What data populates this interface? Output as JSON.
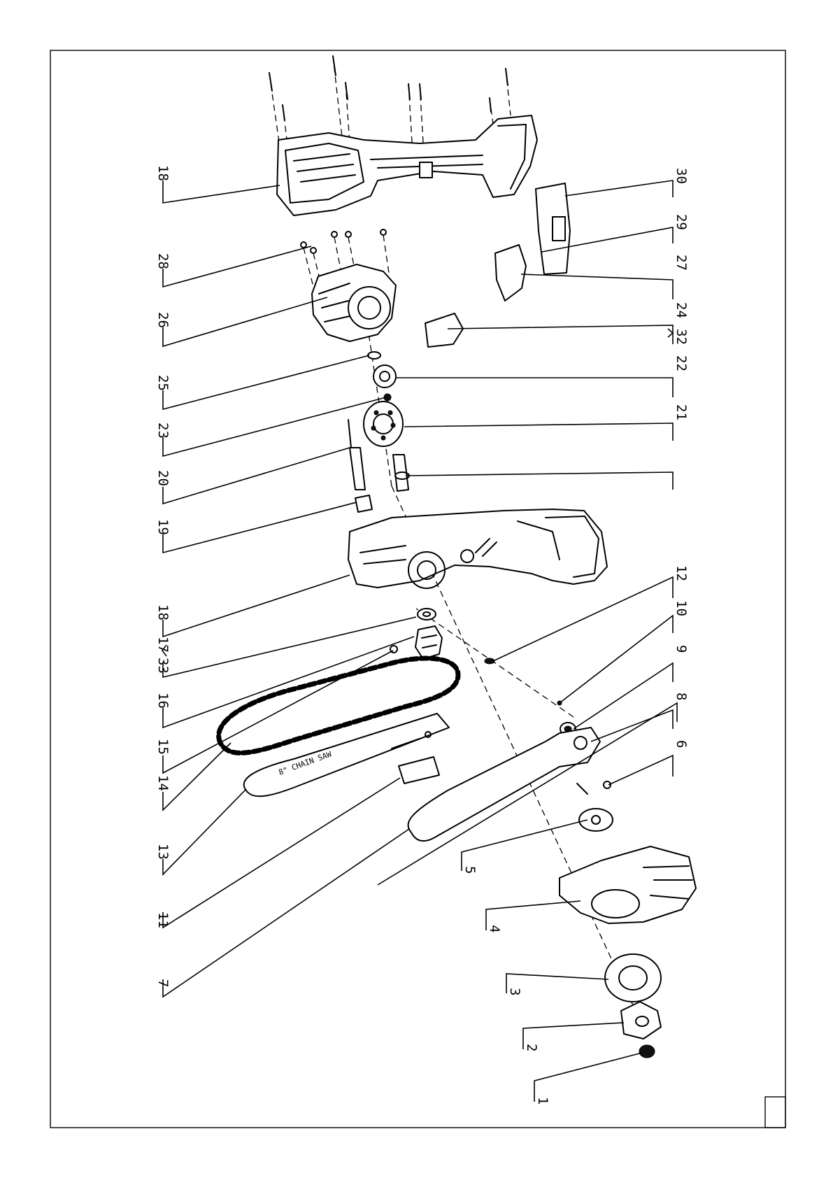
{
  "diagram": {
    "callouts": [
      "1",
      "2",
      "3",
      "4",
      "5",
      "6",
      "7",
      "8",
      "9",
      "10",
      "11",
      "12",
      "13",
      "14",
      "15",
      "16",
      "33",
      "17",
      "18",
      "19",
      "20",
      "23",
      "21",
      "25",
      "22",
      "32",
      "24",
      "26",
      "27",
      "28",
      "29",
      "18",
      "30"
    ],
    "caption": "8\" CHAIN SAW"
  }
}
